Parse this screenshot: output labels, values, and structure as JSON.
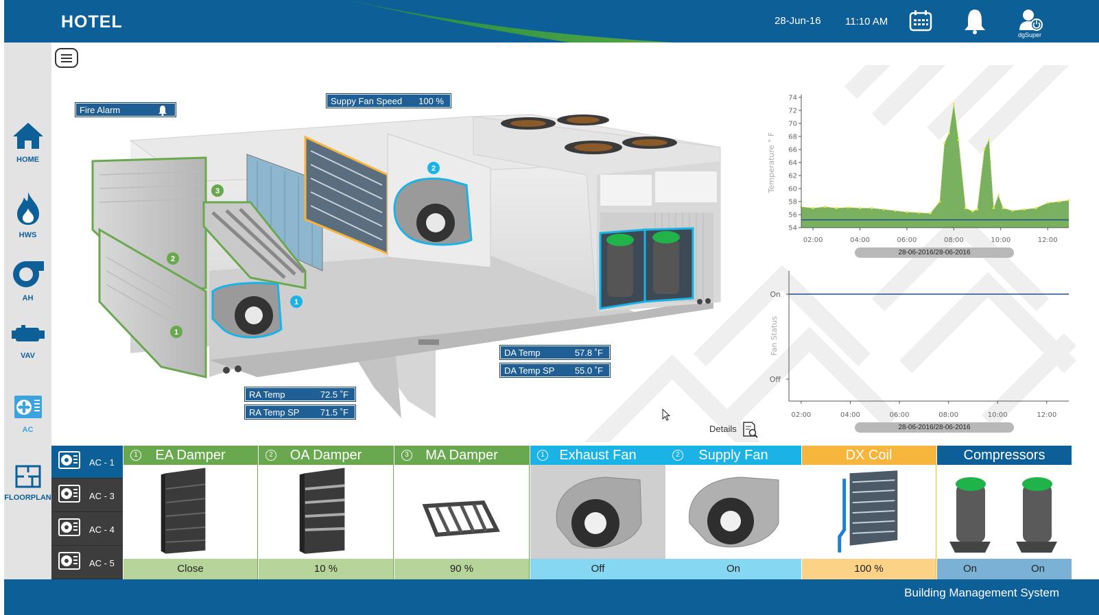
{
  "header": {
    "title": "HOTEL",
    "date": "28-Jun-16",
    "time": "11:10 AM",
    "user": "dgSuper",
    "unit_title": "AC-1",
    "icons": [
      "calendar-icon",
      "bell-icon",
      "user-power-icon"
    ]
  },
  "sidebar": {
    "items": [
      {
        "label": "HOME",
        "icon": "home-icon"
      },
      {
        "label": "HWS",
        "icon": "flame-icon"
      },
      {
        "label": "AH",
        "icon": "fan-blower-icon"
      },
      {
        "label": "VAV",
        "icon": "vav-box-icon"
      },
      {
        "label": "AC",
        "icon": "ac-unit-icon"
      },
      {
        "label": "FLOORPLAN",
        "icon": "floorplan-icon"
      }
    ]
  },
  "scene": {
    "fire_alarm": "Fire Alarm",
    "supply_fan_speed_label": "Suppy Fan Speed",
    "supply_fan_speed_value": "100 %",
    "ra_temp_label": "RA Temp",
    "ra_temp_value": "72.5 ˚F",
    "ra_temp_sp_label": "RA Temp SP",
    "ra_temp_sp_value": "71.5 ˚F",
    "da_temp_label": "DA Temp",
    "da_temp_value": "57.8 ˚F",
    "da_temp_sp_label": "DA Temp SP",
    "da_temp_sp_value": "55.0 ˚F",
    "markers": [
      "1",
      "2",
      "3",
      "1",
      "2"
    ],
    "details": "Details"
  },
  "chart_data": [
    {
      "type": "area",
      "ylabel": "Temperature ° F",
      "yticks": [
        54,
        56,
        58,
        60,
        62,
        64,
        66,
        68,
        70,
        72,
        74
      ],
      "ylim": [
        54,
        74
      ],
      "xticks": [
        "02:00",
        "04:00",
        "06:00",
        "08:00",
        "10:00",
        "12:00"
      ],
      "xlim": [
        1.5,
        12.9
      ],
      "range_label": "28-06-2016/28-06-2016",
      "series": [
        {
          "values": [
            [
              1.5,
              57.2
            ],
            [
              2.0,
              57.0
            ],
            [
              2.5,
              57.2
            ],
            [
              3.0,
              57.0
            ],
            [
              3.5,
              57.1
            ],
            [
              4.0,
              57.0
            ],
            [
              4.5,
              57.0
            ],
            [
              5.0,
              56.8
            ],
            [
              5.5,
              56.6
            ],
            [
              6.0,
              56.4
            ],
            [
              6.5,
              56.3
            ],
            [
              7.0,
              56.2
            ],
            [
              7.4,
              58.0
            ],
            [
              7.6,
              67.0
            ],
            [
              7.8,
              68.5
            ],
            [
              8.0,
              73.0
            ],
            [
              8.2,
              67.5
            ],
            [
              8.5,
              57.0
            ],
            [
              8.8,
              56.5
            ],
            [
              9.0,
              56.8
            ],
            [
              9.3,
              66.0
            ],
            [
              9.5,
              67.5
            ],
            [
              9.7,
              57.0
            ],
            [
              9.9,
              59.0
            ],
            [
              10.1,
              57.0
            ],
            [
              10.5,
              56.6
            ],
            [
              11.0,
              56.8
            ],
            [
              11.5,
              57.0
            ],
            [
              12.0,
              57.8
            ],
            [
              12.5,
              58.0
            ],
            [
              12.9,
              58.2
            ]
          ]
        },
        {
          "values": [
            [
              1.5,
              55.2
            ],
            [
              12.9,
              55.2
            ]
          ]
        }
      ]
    },
    {
      "type": "line",
      "ylabel": "Fan Status",
      "yticks": [
        "Off",
        "On"
      ],
      "xticks": [
        "02:00",
        "04:00",
        "06:00",
        "08:00",
        "10:00",
        "12:00"
      ],
      "xlim": [
        1.5,
        12.9
      ],
      "range_label": "28-06-2016/28-06-2016",
      "series": [
        {
          "values": [
            [
              1.5,
              1
            ],
            [
              12.9,
              1
            ]
          ]
        }
      ]
    }
  ],
  "units": [
    {
      "label": "AC - 1",
      "active": true
    },
    {
      "label": "AC - 3",
      "active": false
    },
    {
      "label": "AC - 4",
      "active": false
    },
    {
      "label": "AC - 5",
      "active": false
    }
  ],
  "components": [
    {
      "title": "EA Damper",
      "num": "1",
      "status": "Close"
    },
    {
      "title": "OA Damper",
      "num": "2",
      "status": "10 %"
    },
    {
      "title": "MA Damper",
      "num": "3",
      "status": "90 %"
    },
    {
      "title": "Exhaust Fan",
      "num": "1",
      "status": "Off"
    },
    {
      "title": "Supply Fan",
      "num": "2",
      "status": "On"
    },
    {
      "title": "DX Coil",
      "num": "",
      "status": "100 %"
    },
    {
      "title": "Compressors",
      "num": "",
      "status_1": "On",
      "status_2": "On"
    }
  ],
  "colors": {
    "header_blue": "#0d5f98",
    "green": "#6aa84f",
    "light_green": "#b7d49a",
    "cyan": "#1bb3e6",
    "light_cyan": "#86d8f2",
    "orange": "#f6b53d",
    "light_orange": "#fbd286",
    "comp_blue": "#0d5f98",
    "comp_light_blue": "#7ab1d4"
  },
  "footer": {
    "text": "Building Management System"
  }
}
